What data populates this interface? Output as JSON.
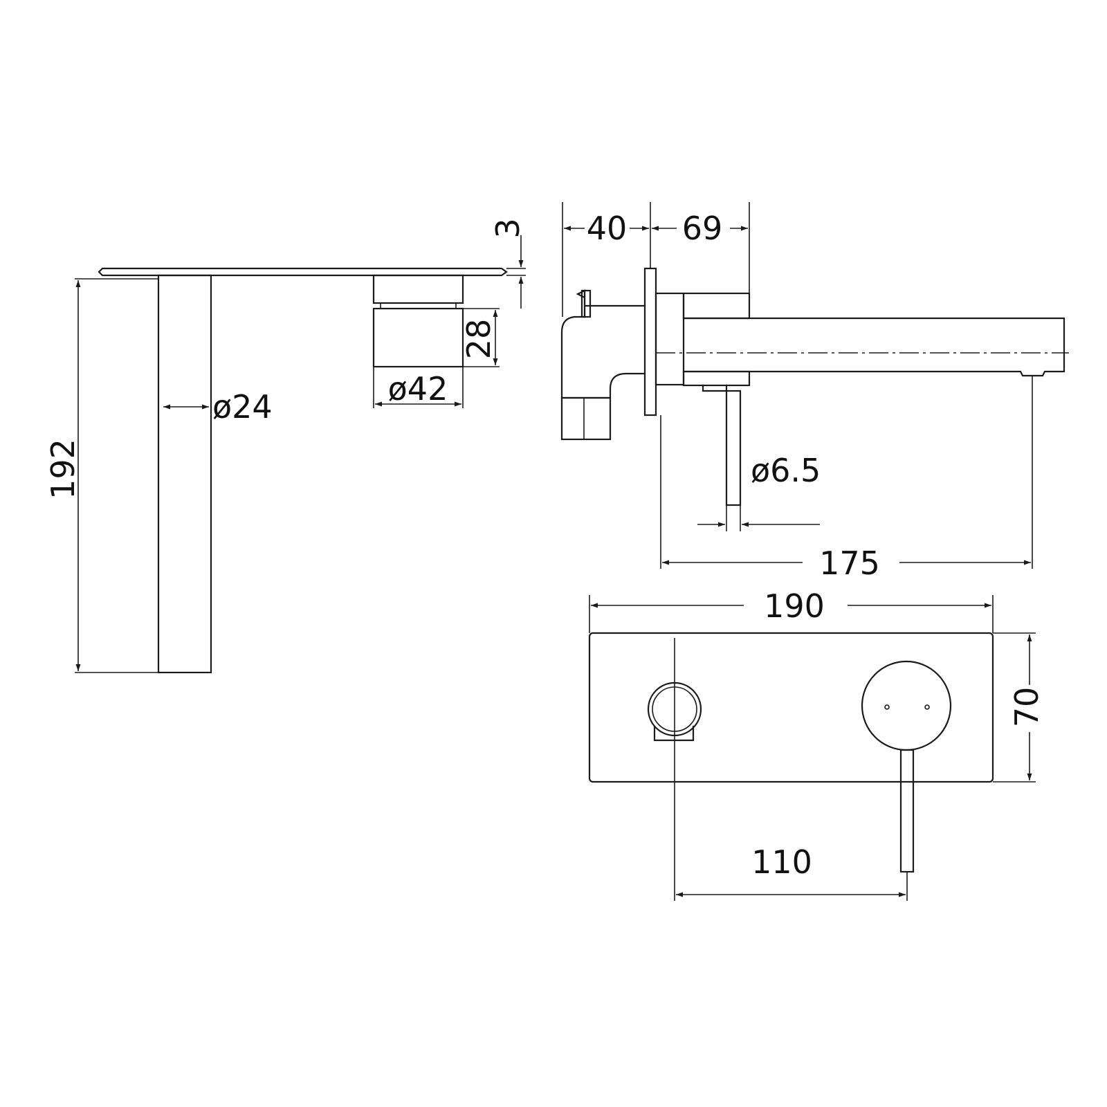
{
  "dimensions": {
    "d_192": "192",
    "d_dia24": "ø24",
    "d_dia42": "ø42",
    "d_28": "28",
    "d_3": "3",
    "d_40": "40",
    "d_69": "69",
    "d_dia6_5": "ø6.5",
    "d_175": "175",
    "d_190": "190",
    "d_70": "70",
    "d_110": "110"
  },
  "colors": {
    "line": "#1a1a1a",
    "background": "#ffffff"
  }
}
